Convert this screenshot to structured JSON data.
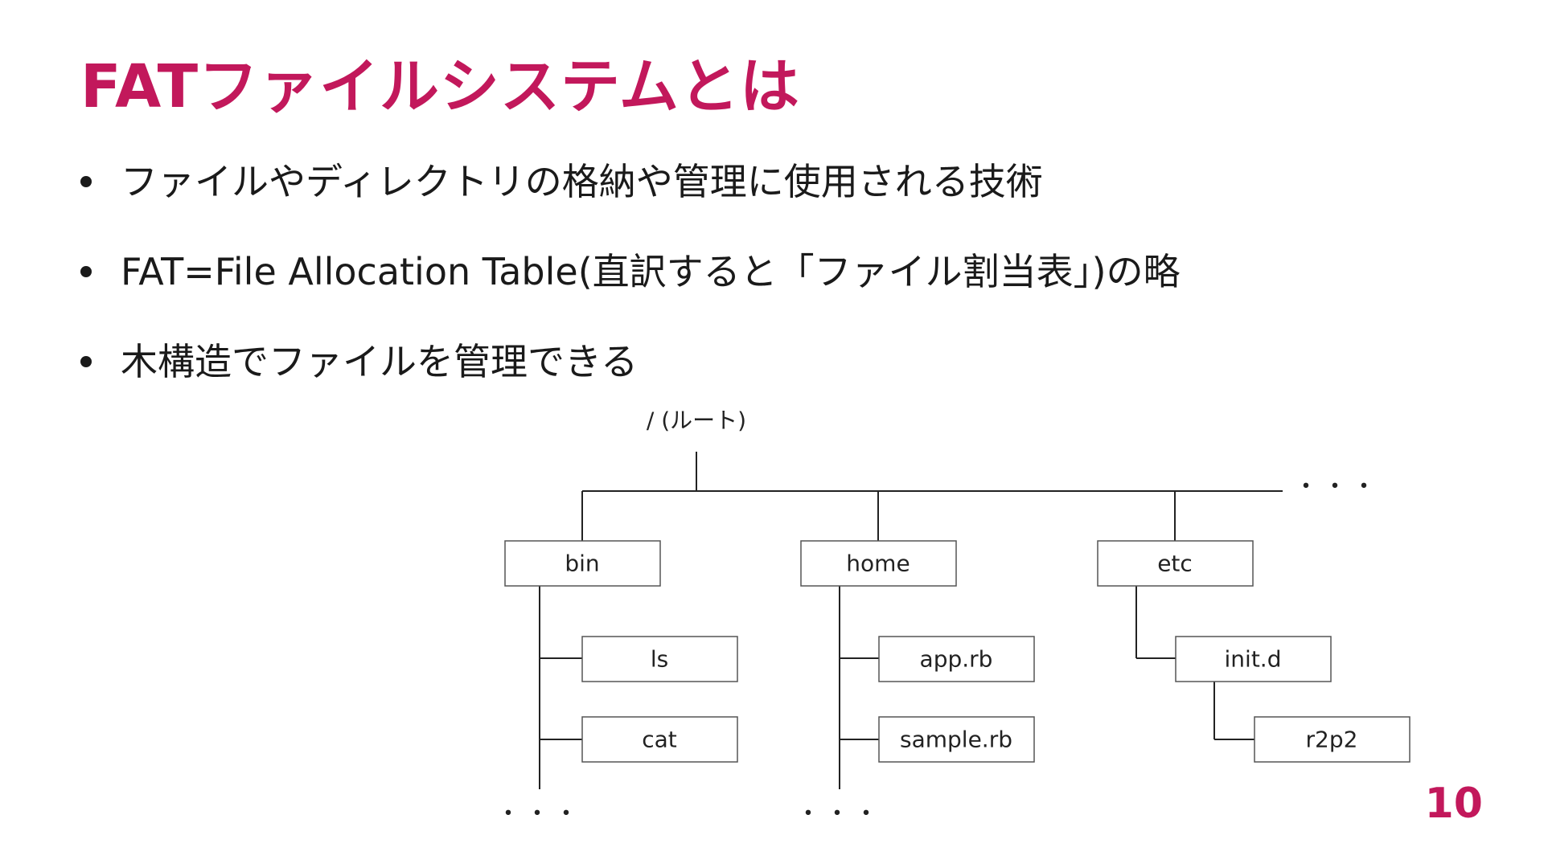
{
  "title": "FATファイルシステムとは",
  "bullets": [
    "ファイルやディレクトリの格納や管理に使用される技術",
    "FAT=File Allocation Table(直訳すると「ファイル割当表」)の略",
    "木構造でファイルを管理できる"
  ],
  "tree": {
    "root": "/ (ルート)",
    "more": "・・・",
    "nodes": {
      "bin": "bin",
      "home": "home",
      "etc": "etc",
      "ls": "ls",
      "cat": "cat",
      "app_rb": "app.rb",
      "sample_rb": "sample.rb",
      "init_d": "init.d",
      "r2p2": "r2p2"
    }
  },
  "page_number": "10",
  "colors": {
    "accent": "#c2185b",
    "line": "#222222",
    "box_border": "#555555"
  }
}
